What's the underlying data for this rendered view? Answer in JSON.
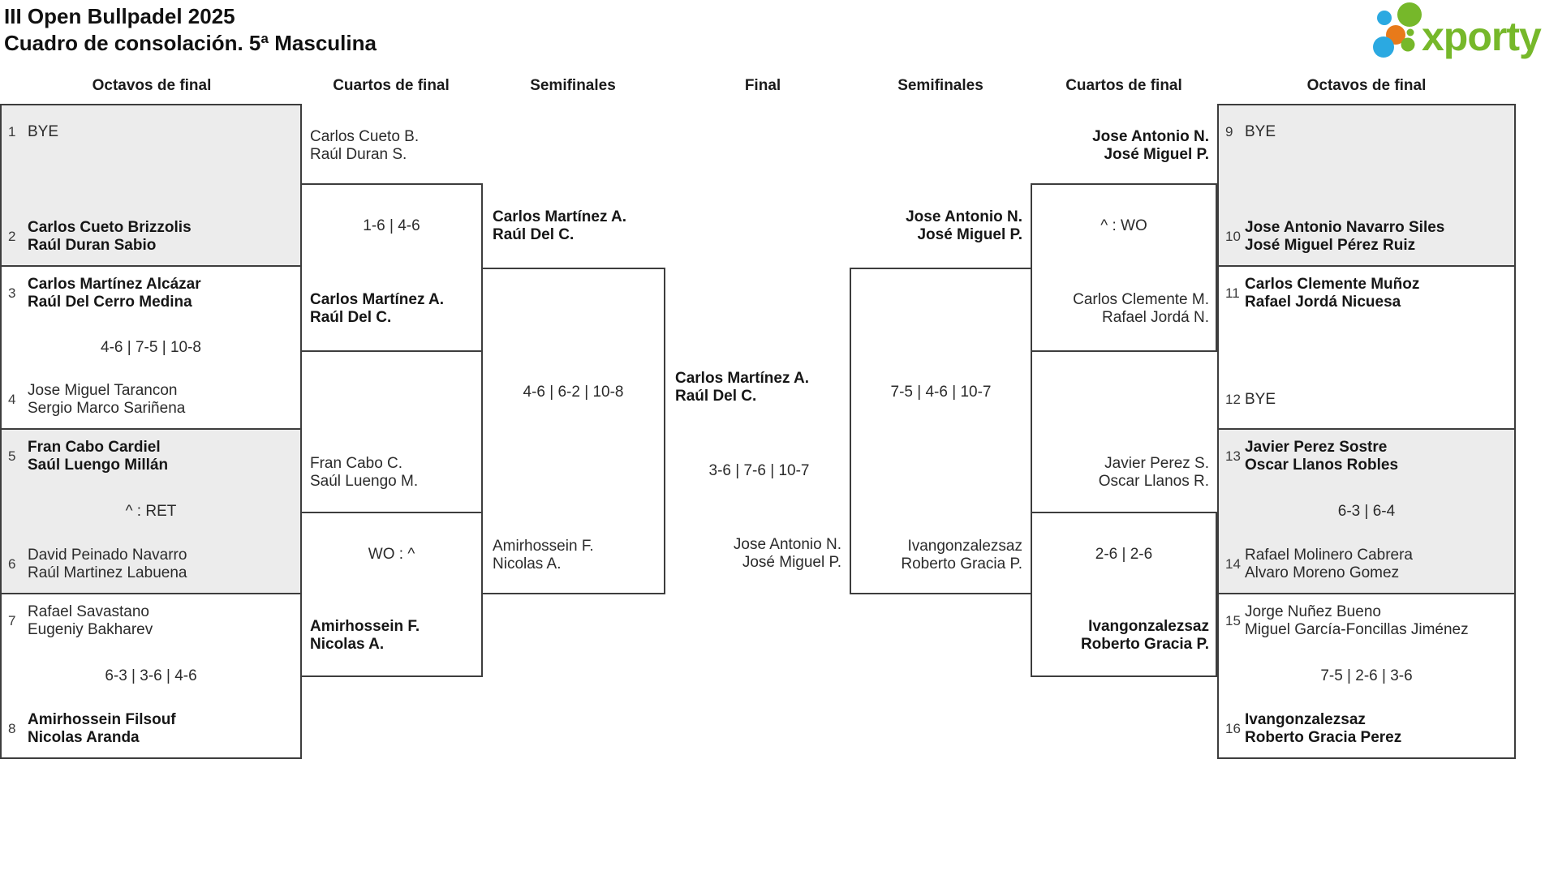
{
  "app": {
    "title_line1": "III Open Bullpadel 2025",
    "title_line2": "Cuadro de consolación. 5ª Masculina"
  },
  "logo": {
    "text": "xporty",
    "green": "#76b82a",
    "blue": "#2ba9e1",
    "orange": "#e87a1a"
  },
  "rounds": [
    "Octavos de final",
    "Cuartos de final",
    "Semifinales",
    "Final",
    "Semifinales",
    "Cuartos de final",
    "Octavos de final"
  ],
  "octavos_left": [
    {
      "seed_a": "1",
      "team_a": [
        "BYE",
        ""
      ],
      "score": "",
      "seed_b": "2",
      "team_b": [
        "Carlos Cueto Brizzolis",
        "Raúl Duran Sabio"
      ]
    },
    {
      "seed_a": "3",
      "team_a": [
        "Carlos Martínez Alcázar",
        "Raúl Del Cerro Medina"
      ],
      "score": "4-6 | 7-5 | 10-8",
      "seed_b": "4",
      "team_b": [
        "Jose Miguel Tarancon",
        "Sergio Marco Sariñena"
      ]
    },
    {
      "seed_a": "5",
      "team_a": [
        "Fran Cabo Cardiel",
        "Saúl Luengo Millán"
      ],
      "score": "^ : RET",
      "seed_b": "6",
      "team_b": [
        "David Peinado Navarro",
        "Raúl Martinez Labuena"
      ]
    },
    {
      "seed_a": "7",
      "team_a": [
        "Rafael Savastano",
        "Eugeniy Bakharev"
      ],
      "score": "6-3 | 3-6 | 4-6",
      "seed_b": "8",
      "team_b": [
        "Amirhossein Filsouf",
        "Nicolas Aranda"
      ]
    }
  ],
  "octavos_right": [
    {
      "seed_a": "9",
      "team_a": [
        "BYE",
        ""
      ],
      "score": "",
      "seed_b": "10",
      "team_b": [
        "Jose Antonio Navarro Siles",
        "José Miguel Pérez Ruiz"
      ]
    },
    {
      "seed_a": "11",
      "team_a": [
        "Carlos Clemente Muñoz",
        "Rafael Jordá Nicuesa"
      ],
      "score": "",
      "seed_b": "12",
      "team_b": [
        "BYE",
        ""
      ]
    },
    {
      "seed_a": "13",
      "team_a": [
        "Javier Perez Sostre",
        "Oscar Llanos Robles"
      ],
      "score": "6-3 | 6-4",
      "seed_b": "14",
      "team_b": [
        "Rafael Molinero Cabrera",
        "Alvaro Moreno Gomez"
      ]
    },
    {
      "seed_a": "15",
      "team_a": [
        "Jorge Nuñez Bueno",
        "Miguel García-Foncillas Jiménez"
      ],
      "score": "7-5 | 2-6 | 3-6",
      "seed_b": "16",
      "team_b": [
        "Ivangonzalezsaz",
        "Roberto Gracia Perez"
      ]
    }
  ],
  "qf_left": [
    {
      "team_top": [
        "Carlos Cueto B.",
        "Raúl Duran S."
      ],
      "score": "1-6 | 4-6",
      "team_bottom": [
        "Carlos Martínez A.",
        "Raúl Del C."
      ]
    },
    {
      "team_top": [
        "Fran Cabo C.",
        "Saúl Luengo M."
      ],
      "score": "WO : ^",
      "team_bottom": [
        "Amirhossein F.",
        "Nicolas A."
      ]
    }
  ],
  "sf_left": {
    "team_top": [
      "Carlos Martínez A.",
      "Raúl Del C."
    ],
    "score": "4-6 | 6-2 | 10-8",
    "team_bottom": [
      "Amirhossein F.",
      "Nicolas A."
    ]
  },
  "final": {
    "team_top": [
      "Carlos Martínez A.",
      "Raúl Del C."
    ],
    "score": "3-6 | 7-6 | 10-7",
    "team_bottom": [
      "Jose Antonio N.",
      "José Miguel P."
    ]
  },
  "sf_right": {
    "team_top": [
      "Jose Antonio N.",
      "José Miguel P."
    ],
    "score": "7-5 | 4-6 | 10-7",
    "team_bottom": [
      "Ivangonzalezsaz",
      "Roberto Gracia P."
    ]
  },
  "qf_right": [
    {
      "team_top": [
        "Jose Antonio N.",
        "José Miguel P."
      ],
      "score": "^ : WO",
      "team_bottom": [
        "Carlos Clemente M.",
        "Rafael Jordá N."
      ]
    },
    {
      "team_top": [
        "Javier Perez S.",
        "Oscar Llanos R."
      ],
      "score": "2-6 | 2-6",
      "team_bottom": [
        "Ivangonzalezsaz",
        "Roberto Gracia P."
      ]
    }
  ]
}
